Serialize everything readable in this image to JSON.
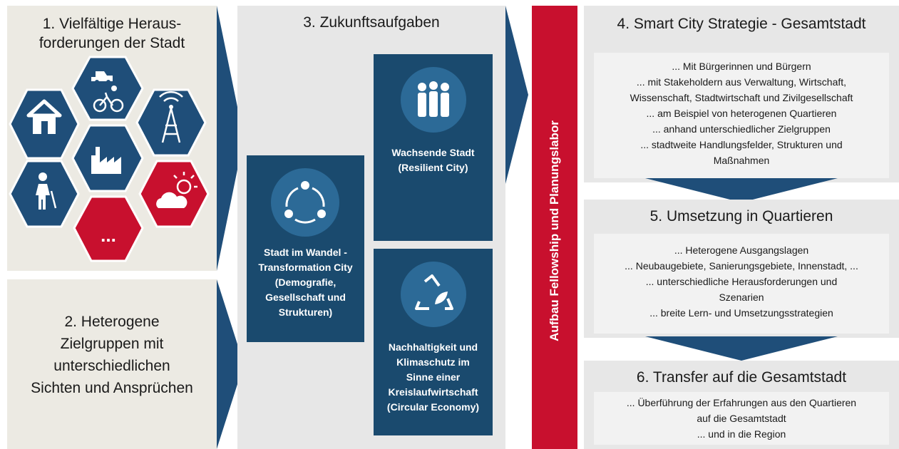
{
  "box1": {
    "title_line1": "1. Vielfältige Heraus-",
    "title_line2": "forderungen der Stadt",
    "ellipsis": "..."
  },
  "box2": {
    "lines": [
      "2. Heterogene",
      "Zielgruppen mit",
      "unterschiedlichen",
      "Sichten und Ansprüchen"
    ]
  },
  "box3": {
    "title": "3. Zukunftsaufgaben",
    "tile_transformation": [
      "Stadt im Wandel -",
      "Transformation City",
      "(Demografie,",
      "Gesellschaft und",
      "Strukturen)"
    ],
    "tile_growing": [
      "Wachsende Stadt",
      "(Resilient City)"
    ],
    "tile_sustainability": [
      "Nachhaltigkeit und",
      "Klimaschutz im",
      "Sinne einer",
      "Kreislaufwirtschaft",
      "(Circular Economy)"
    ]
  },
  "vertical_bar": {
    "label": "Aufbau Fellowship und Planungslabor"
  },
  "box4": {
    "title": "4. Smart City Strategie - Gesamtstadt",
    "lines": [
      "... Mit Bürgerinnen und Bürgern",
      "... mit Stakeholdern aus Verwaltung, Wirtschaft,",
      "Wissenschaft, Stadtwirtschaft und Zivilgesellschaft",
      "... am Beispiel von heterogenen Quartieren",
      "... anhand unterschiedlicher Zielgruppen",
      "... stadtweite Handlungsfelder, Strukturen und",
      "Maßnahmen"
    ]
  },
  "box5": {
    "title": "5. Umsetzung in Quartieren",
    "lines": [
      "... Heterogene Ausgangslagen",
      "... Neubaugebiete, Sanierungsgebiete, Innenstadt, ...",
      "... unterschiedliche Herausforderungen und",
      "Szenarien",
      "... breite Lern- und Umsetzungsstrategien"
    ]
  },
  "box6": {
    "title": "6. Transfer auf die Gesamtstadt",
    "lines": [
      "... Überführung der Erfahrungen aus den Quartieren",
      "auf die Gesamtstadt",
      "... und in die Region"
    ]
  },
  "colors": {
    "navy": "#1f4e79",
    "red": "#c8102e",
    "beige": "#eceae3",
    "gray": "#e7e7e7"
  }
}
